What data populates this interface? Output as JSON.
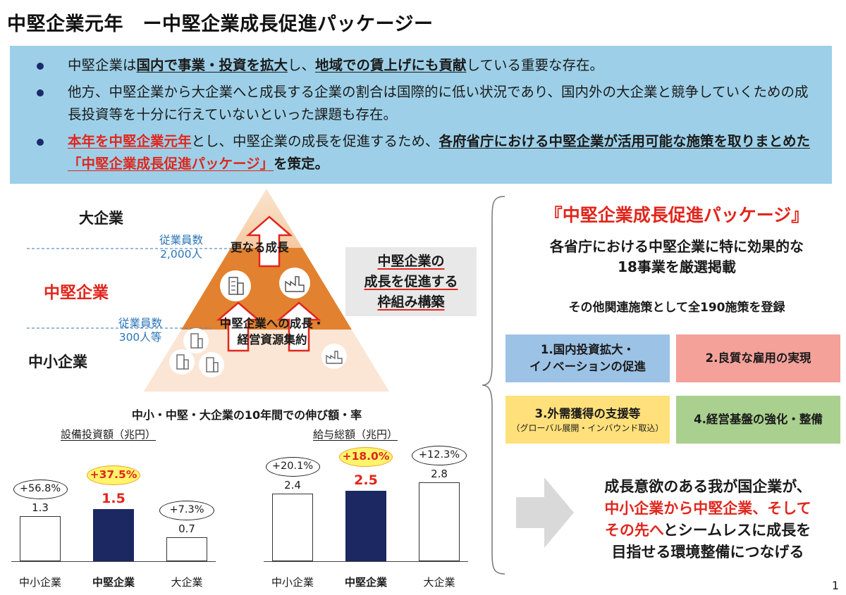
{
  "title": "中堅企業元年　ー中堅企業成長促進パッケージー",
  "summary": {
    "b1": {
      "t1": "中堅企業は",
      "t2": "国内で事業・投資を拡大",
      "t3": "し、",
      "t4": "地域での賃上げにも貢献",
      "t5": "している重要な存在。"
    },
    "b2": {
      "t1": "他方、中堅企業から大企業へと成長する企業の割合は国際的に低い状況であり、国内外の大企業と競争していくための成長投資等を十分に行えていないといった課題も存在。"
    },
    "b3": {
      "t1": "本年を中堅企業元年",
      "t2": "とし、中堅企業の成長を促進するため、",
      "t3": "各府省庁における中堅企業が活用可能な施策を取りまとめた",
      "t4": "「中堅企業成長促進パッケージ」",
      "t5": "を策定。"
    }
  },
  "pyramid": {
    "tier_large": "大企業",
    "tier_mid": "中堅企業",
    "tier_small": "中小企業",
    "emp1_line1": "従業員数",
    "emp1_line2": "2,000人",
    "emp2_line1": "従業員数",
    "emp2_line2": "300人等",
    "label_top": "更なる成長",
    "label_mid1": "中堅企業への成長・",
    "label_mid2": "経営資源集約",
    "colors": {
      "top": "#fbe2cc",
      "mid": "#e2812f",
      "bottom": "#fbe5d4"
    }
  },
  "framework": {
    "line1": "中堅企業の",
    "line2": "成長を促進する",
    "line3": "枠組み構築"
  },
  "growth": {
    "title": "中小・中堅・大企業の10年間での伸び額・率",
    "chart1_title": "設備投資額（兆円）",
    "chart2_title": "給与総額（兆円）"
  },
  "chart_data": [
    {
      "type": "bar",
      "title": "設備投資額（兆円）",
      "categories": [
        "中小企業",
        "中堅企業",
        "大企業"
      ],
      "values": [
        1.3,
        1.5,
        0.7
      ],
      "value_labels": [
        "1.3",
        "1.5",
        "0.7"
      ],
      "growth_rates": [
        "+56.8%",
        "+37.5%",
        "+7.3%"
      ],
      "highlight_index": 1,
      "colors": {
        "normal": "#ffffff",
        "highlight": "#1b2862"
      }
    },
    {
      "type": "bar",
      "title": "給与総額（兆円）",
      "categories": [
        "中小企業",
        "中堅企業",
        "大企業"
      ],
      "values": [
        2.4,
        2.5,
        2.8
      ],
      "value_labels": [
        "2.4",
        "2.5",
        "2.8"
      ],
      "growth_rates": [
        "+20.1%",
        "+18.0%",
        "+12.3%"
      ],
      "highlight_index": 1,
      "colors": {
        "normal": "#ffffff",
        "highlight": "#1b2862"
      }
    }
  ],
  "package": {
    "title": "『中堅企業成長促進パッケージ』",
    "desc1": "各省庁における中堅企業に特に効果的な",
    "desc2": "18事業を厳選掲載",
    "other": "その他関連施策として全190施策を登録",
    "pillars": [
      {
        "line1": "1.国内投資拡大・",
        "line2": "イノベーションの促進"
      },
      {
        "line1": "2.良質な雇用の実現"
      },
      {
        "line1": "3.外需獲得の支援等",
        "note": "（グローバル展開・インバウンド取込）"
      },
      {
        "line1": "4.経営基盤の強化・整備"
      }
    ]
  },
  "conclusion": {
    "line1": "成長意欲のある我が国企業が、",
    "line2": "中小企業から中堅企業、そして",
    "line3a": "その先へ",
    "line3b": "とシームレスに成長を",
    "line4": "目指せる環境整備につなげる"
  },
  "page_number": "1"
}
